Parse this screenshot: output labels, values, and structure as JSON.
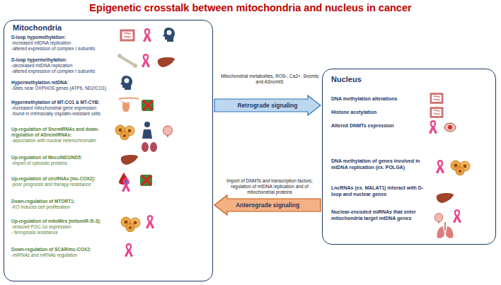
{
  "diagram": {
    "title": "Epigenetic crosstalk between mitochondria and nucleus in cancer",
    "nodes": [
      {
        "text": [
          "Mitochondria",
          "D-loop hypomethylation:",
          "-increased mtDNA replication",
          "-altered expression of complex I subunits",
          "D-loop hypermethylation:",
          "-decreased mtDNA replication",
          "-altered expression of complex I subunits",
          "Hypermethylation mtDNA:",
          "-Sites near OXPHOS genes (ATP6, ND2/CO1)",
          "Hypermethylation of MT-CO1 & MT-CYB:",
          "-increased mitochondrial gene expression",
          "-found in intrinsically cisplatin-resistant cells",
          "Up-regulation of SncmtRNAs and down-regulation of ASncmtRNAs:",
          "-association with nuclear heterochromatin",
          "Up-regulation of MecciND1/ND5:",
          "-import of cytosolic proteins",
          "Up-regulation of circRNAs (mc-COX2):",
          "-poor prognosis and therapy resistance",
          "Down-regulation of MTORT1:",
          "-KO induces cell proliferation",
          "Up-regulation of mitoMirs (mitomiR-5/-3):",
          "-reduced PGC-1α expression",
          "- ferroptosis resistance",
          "Down-regulation of SCAR/mc-COX2:",
          "-miRNAs and mRNAs regulation"
        ]
      },
      {
        "text": [
          "Nucleus",
          "DNA methylation alterations",
          "Histone acetylation",
          "Altered DNMTs expression",
          "DNA methylation of genes involved in mtDNA replication (ex. POLGA)",
          "LncRNAs (ex. MALAT1) interact with D-loop and nuclear genes",
          "Nuclear-encoded miRNAs that enter mitochondria target mtDNA genes"
        ]
      }
    ],
    "edges": [
      {
        "from": 0,
        "to": 1,
        "label": "Retrograde signaling",
        "arrow": "to"
      },
      {
        "from": 1,
        "to": 0,
        "label": "Anterograde signaling",
        "arrow": "to"
      }
    ],
    "labels": [
      "Mitochondrial metabolites, ROS-, Ca2+, Sncmts and ASncmtS",
      "Import of DNMTs and transcription factors; regulation of mtDNA replication and of mitochondrial proteins"
    ]
  }
}
